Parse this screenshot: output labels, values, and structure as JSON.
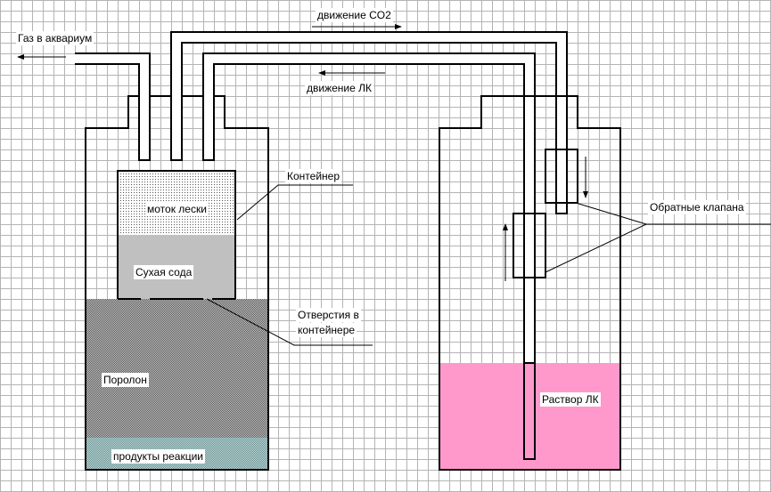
{
  "title": "CO2 generator diagram",
  "labels": {
    "gas_to_aquarium": "Газ в аквариум",
    "co2_flow": "движение CO2",
    "lk_flow": "движение ЛК",
    "container": "Контейнер",
    "line_coil": "моток лески",
    "dry_soda": "Сухая сода",
    "container_holes_1": "Отверстия в",
    "container_holes_2": "контейнере",
    "foam": "Поролон",
    "reaction_products": "продукты реакции",
    "check_valves": "Обратные клапана",
    "lk_solution": "Раствор ЛК"
  },
  "colors": {
    "solution": "#ff99cc",
    "soda": "#c0c0c0",
    "grid": "#b4b4b4",
    "products": "#aedcdc"
  }
}
